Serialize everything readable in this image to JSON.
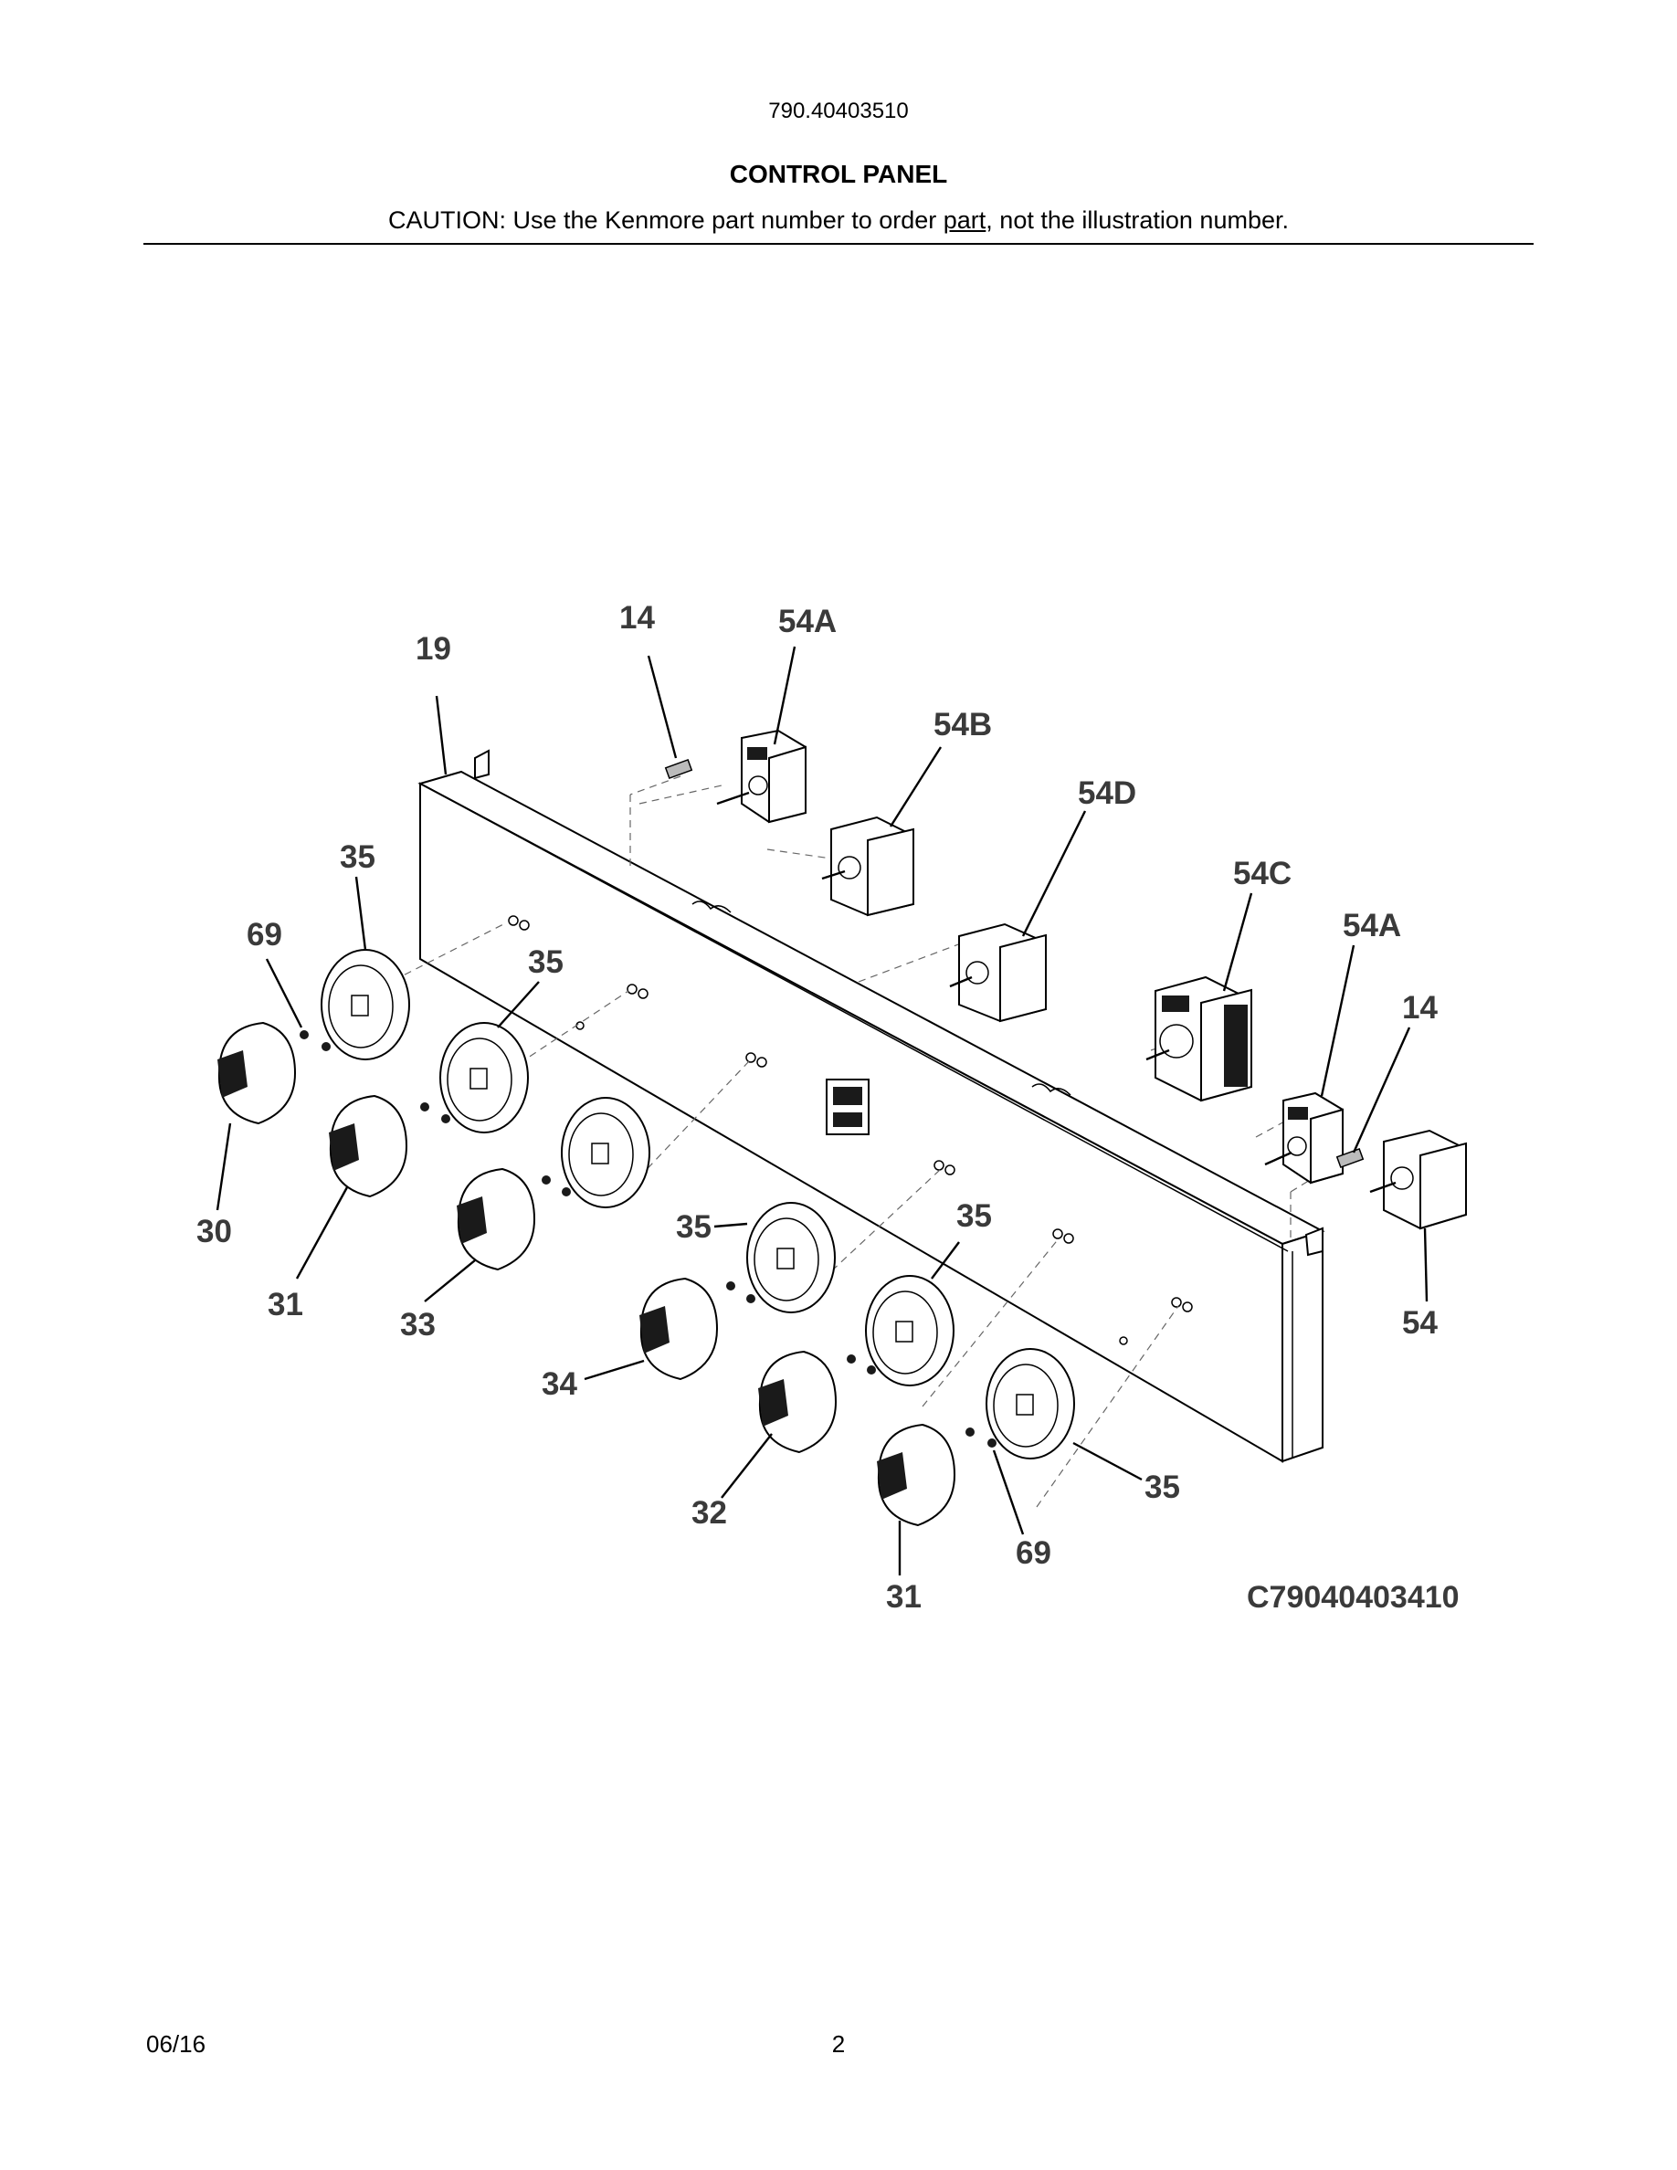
{
  "header": {
    "model_number": "790.40403510",
    "section_title": "CONTROL PANEL",
    "caution_prefix": "CAUTION: Use the Kenmore part number to order ",
    "caution_underlined": "part",
    "caution_suffix": ", not the illustration number."
  },
  "diagram": {
    "callouts": [
      "19",
      "14",
      "54A",
      "54B",
      "54D",
      "35",
      "69",
      "35",
      "54C",
      "54A",
      "14",
      "30",
      "31",
      "33",
      "35",
      "35",
      "34",
      "32",
      "31",
      "69",
      "35",
      "54"
    ],
    "reference_code": "C79040403410"
  },
  "footer": {
    "date": "06/16",
    "page_number": "2"
  }
}
